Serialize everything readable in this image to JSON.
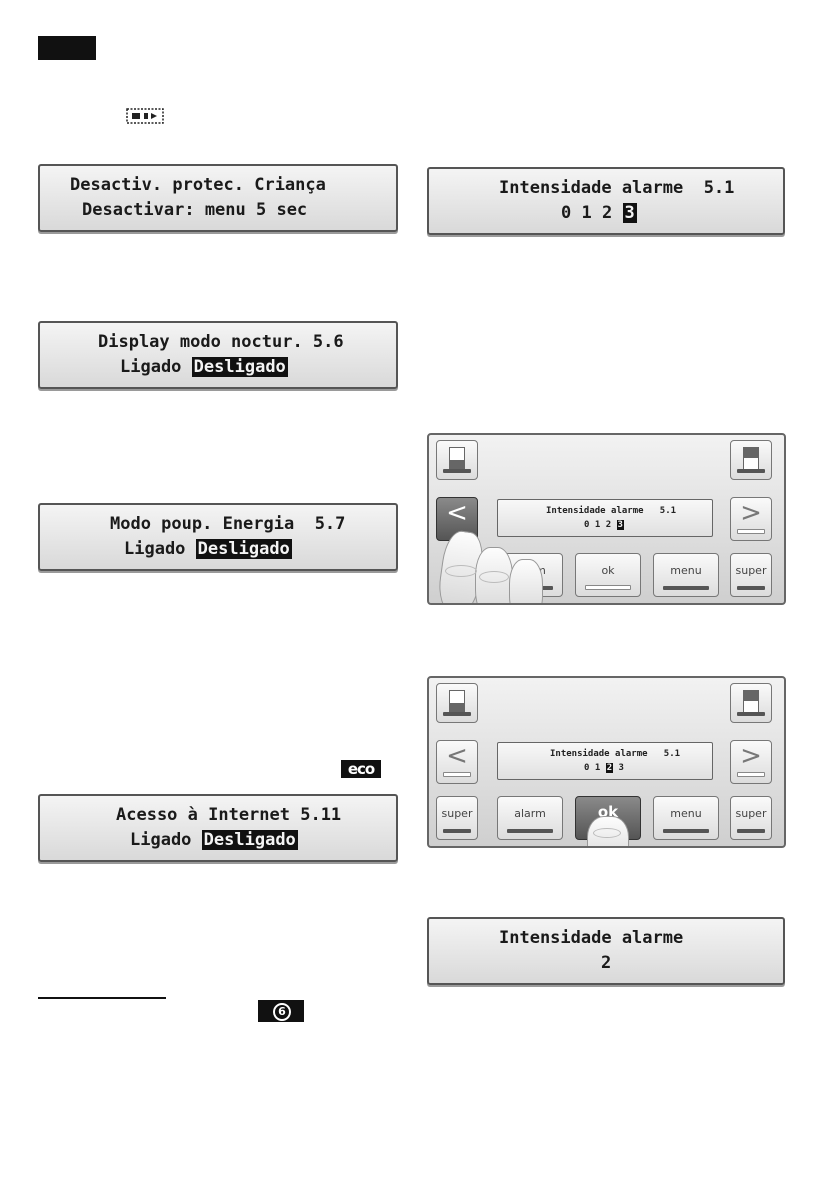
{
  "lcd1": {
    "line1": "Desactiv. protec. Criança",
    "line2": "Desactivar: menu 5 sec"
  },
  "lcd2": {
    "line1": "Display modo noctur. 5.6",
    "opt_a": "Ligado",
    "opt_b": "Desligado"
  },
  "lcd3": {
    "line1": "Modo poup. Energia  5.7",
    "opt_a": "Ligado",
    "opt_b": "Desligado"
  },
  "eco_badge": "eco",
  "lcd4": {
    "line1": "Acesso à Internet 5.11",
    "opt_a": "Ligado",
    "opt_b": "Desligado"
  },
  "lcd5": {
    "line1": "Intensidade alarme  5.1",
    "levels": [
      "0",
      "1",
      "2",
      "3"
    ],
    "selected": "3"
  },
  "panel1": {
    "display_line1": "Intensidade alarme   5.1",
    "levels": [
      "0",
      "1",
      "2",
      "3"
    ],
    "selected": "3",
    "left_arrow": "<",
    "right_arrow": ">",
    "keys": {
      "alarm": "alarm",
      "ok": "ok",
      "menu": "menu",
      "super_right": "super"
    }
  },
  "panel2": {
    "display_line1": "Intensidade alarme   5.1",
    "levels": [
      "0",
      "1",
      "2",
      "3"
    ],
    "selected": "2",
    "left_arrow": "<",
    "right_arrow": ">",
    "keys": {
      "super_left": "super",
      "alarm": "alarm",
      "ok": "ok",
      "menu": "menu",
      "super_right": "super"
    }
  },
  "lcd6": {
    "line1": "Intensidade alarme",
    "line2": "2"
  },
  "footnote_symbol": "6"
}
